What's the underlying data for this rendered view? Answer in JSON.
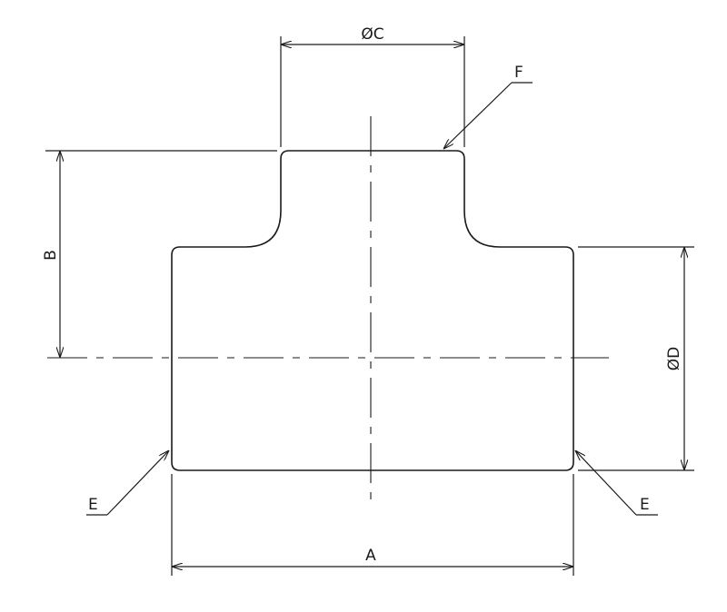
{
  "drawing": {
    "type": "tee fitting dimension drawing",
    "labels": {
      "a": "A",
      "b": "B",
      "c": "ØC",
      "d": "ØD",
      "e_left": "E",
      "e_right": "E",
      "f": "F"
    }
  }
}
